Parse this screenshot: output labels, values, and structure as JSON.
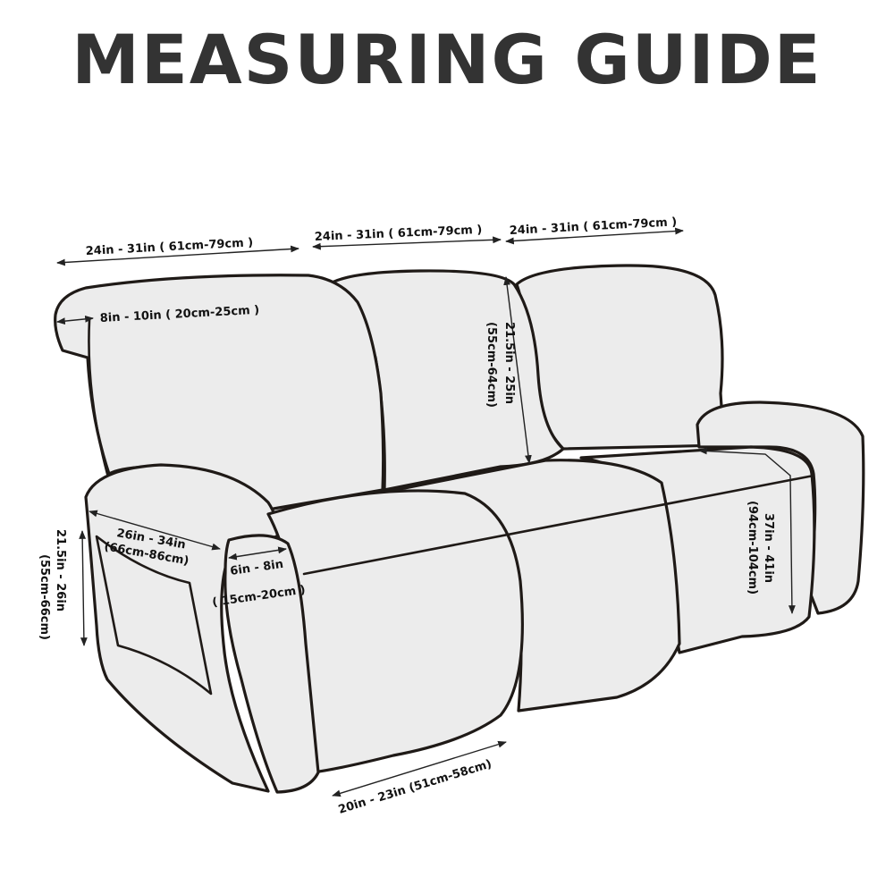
{
  "title": "MEASURING GUIDE",
  "measurements": {
    "left_seat_width": "24in - 31in ( 61cm-79cm )",
    "middle_seat_width": "24in - 31in ( 61cm-79cm )",
    "right_seat_width": "24in - 31in ( 61cm-79cm )",
    "backrest_depth": "8in - 10in ( 20cm-25cm )",
    "backrest_height_in": "21.5in - 25in",
    "backrest_height_cm": "(55cm-64cm)",
    "armrest_length_in": "26in - 34in",
    "armrest_length_cm": "(66cm-86cm)",
    "armrest_width_in": "6in - 8in",
    "armrest_width_cm": "( 15cm-20cm )",
    "arm_height_in": "21.5in - 26in",
    "arm_height_cm": "(55cm-66cm)",
    "seat_depth_in": "37in - 41in",
    "seat_depth_cm": "(94cm-104cm)",
    "seat_front_width": "20in - 23in (51cm-58cm)"
  }
}
